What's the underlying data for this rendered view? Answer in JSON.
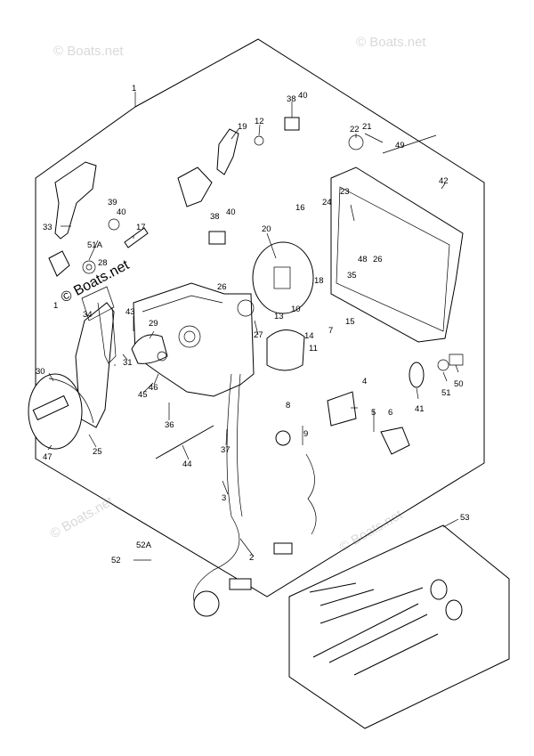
{
  "watermark": {
    "text": "© Boats.net",
    "overlay_text": "© Boats.net"
  },
  "callouts": {
    "c1": "1",
    "c2": "2",
    "c3": "3",
    "c4": "4",
    "c5": "5",
    "c6": "6",
    "c7": "7",
    "c8": "8",
    "c9": "9",
    "c10": "10",
    "c11": "11",
    "c12": "12",
    "c13": "13",
    "c14": "14",
    "c15": "15",
    "c16": "16",
    "c17": "17",
    "c18": "18",
    "c19": "19",
    "c20": "20",
    "c21": "21",
    "c22": "22",
    "c23": "23",
    "c24": "24",
    "c25": "25",
    "c26a": "26",
    "c26b": "26",
    "c27": "27",
    "c28": "28",
    "c29": "29",
    "c30": "30",
    "c31": "31",
    "c33": "33",
    "c34": "34",
    "c35": "35",
    "c36": "36",
    "c37": "37",
    "c38a": "38",
    "c38b": "38",
    "c39": "39",
    "c40a": "40",
    "c40b": "40",
    "c40c": "40",
    "c41": "41",
    "c42": "42",
    "c43": "43",
    "c44": "44",
    "c45": "45",
    "c46": "46",
    "c47": "47",
    "c48": "48",
    "c49": "49",
    "c50": "50",
    "c51": "51",
    "c51a": "51A",
    "c52": "52",
    "c52a": "52A",
    "c53": "53",
    "c1b": "1"
  }
}
